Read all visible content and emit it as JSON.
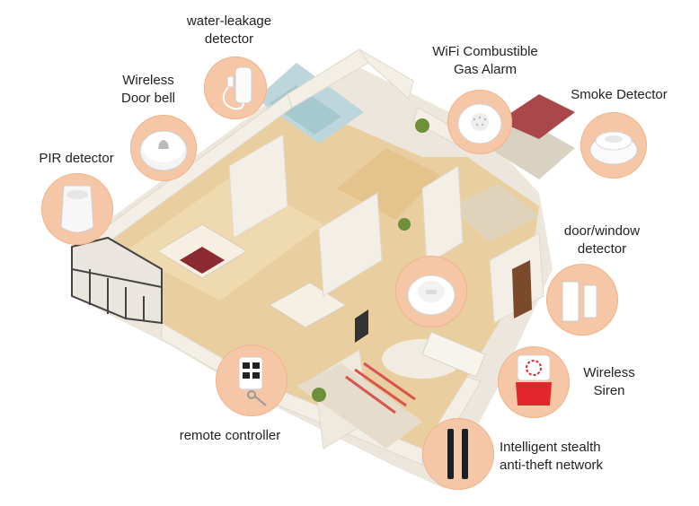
{
  "labels": {
    "water": [
      "water-leakage",
      "detector"
    ],
    "doorbell": [
      "Wireless",
      "Door bell"
    ],
    "pir": [
      "PIR detector"
    ],
    "gas": [
      "WiFi Combustible",
      "Gas Alarm"
    ],
    "smoke": [
      "Smoke Detector"
    ],
    "doorwindow": [
      "door/window",
      "detector"
    ],
    "siren": [
      "Wireless",
      "Siren"
    ],
    "remote": [
      "remote controller"
    ],
    "network": [
      "Intelligent stealth",
      "anti-theft network"
    ]
  },
  "colors": {
    "bubble": "#f6c7a6",
    "wall": "#f4efe6",
    "floor_wood": "#e9cf9f",
    "floor_tile": "#d9d1c2",
    "bathroom": "#bcd6dc",
    "siren_red": "#e2262b"
  }
}
